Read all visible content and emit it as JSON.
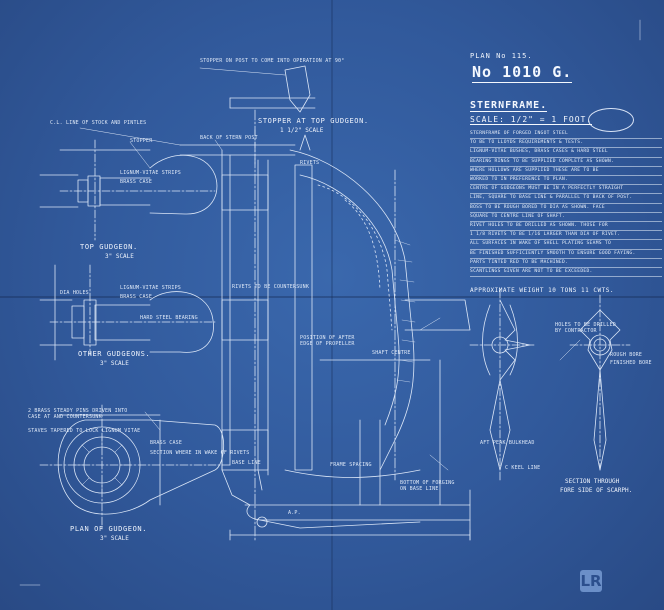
{
  "colors": {
    "paper": "#31599b",
    "ink": "#e3ecfa",
    "logo": "#6b8fc8"
  },
  "title_block": {
    "plan_no": "PLAN No 115.",
    "number": "No 1010 G.",
    "title": "STERNFRAME.",
    "scale": "SCALE: 1/2\" = 1 FOOT.",
    "notes": [
      "STERNFRAME OF FORGED INGOT STEEL",
      "TO BE TO LLOYDS REQUIREMENTS & TESTS.",
      "LIGNUM-VITAE BUSHES, BRASS CASES & HARD STEEL",
      "BEARING RINGS TO BE SUPPLIED COMPLETE AS SHOWN.",
      "WHERE HOLLOWS ARE SUPPLIED THESE ARE TO BE",
      "WORKED TO IN PREFERENCE TO PLAN.",
      "CENTRE OF GUDGEONS MUST BE IN A PERFECTLY STRAIGHT",
      "LINE, SQUARE TO BASE LINE & PARALLEL TO BACK OF POST.",
      "BOSS TO BE ROUGH BORED TO DIA AS SHOWN. FACE",
      "SQUARE TO CENTRE LINE OF SHAFT.",
      "RIVET HOLES TO BE DRILLED AS SHOWN. THOSE FOR",
      "1 1/8 RIVETS TO BE 1/16 LARGER THAN DIA OF RIVET.",
      "ALL SURFACES IN WAKE OF SHELL PLATING SEAMS TO",
      "BE FINISHED SUFFICIENTLY SMOOTH TO ENSURE GOOD FAYING.",
      "PARTS TINTED RED TO BE MACHINED.",
      "SCANTLINGS GIVEN ARE NOT TO BE EXCEEDED."
    ],
    "weight": "APPROXIMATE WEIGHT 10 TONS 11 CWTS.",
    "logo": "LR"
  },
  "views": {
    "top_gudgeon": {
      "title": "TOP GUDGEON.",
      "scale": "3\" SCALE"
    },
    "other_gudgeons": {
      "title": "OTHER GUDGEONS.",
      "scale": "3\" SCALE"
    },
    "plan_of_gudgeon": {
      "title": "PLAN OF GUDGEON.",
      "scale": "3\" SCALE"
    },
    "stopper": {
      "title": "STOPPER AT TOP GUDGEON.",
      "scale": "1 1/2\" SCALE"
    },
    "section": {
      "title": "SECTION THROUGH",
      "subtitle": "FORE SIDE OF SCARPH."
    }
  },
  "callouts": {
    "stopper_post": "STOPPER ON POST TO COME INTO OPERATION AT 90°",
    "cl_rudder": "C.L. LINE OF STOCK AND PINTLES",
    "stopper": "STOPPER",
    "back_post": "BACK OF STERN POST",
    "lv_ring": "LIGNUM-VITAE STRIPS",
    "brass_case": "BRASS CASE",
    "hard_steel": "HARD STEEL BEARING",
    "brass_steady": "2 BRASS STEADY PINS DRIVEN INTO CASE AT AND COUNTERSUNK",
    "staves": "STAVES TAPERED TO LOCK LIGNUM VITAE",
    "rivets_counter": "RIVETS TO BE COUNTERSUNK",
    "rivets": "RIVETS",
    "shaft_centre": "SHAFT CENTRE",
    "aperture": "POSITION OF AFTER EDGE OF PROPELLER",
    "frame_spacing": "FRAME SPACING",
    "base_line": "BASE LINE",
    "bottom_forging": "BOTTOM OF FORGING ON BASE LINE",
    "holes": "HOLES TO BE DRILLED BY CONTRACTOR",
    "rough_bore": "ROUGH BORE",
    "finished_bore": "FINISHED BORE",
    "aft_peak": "AFT PEAK BULKHEAD",
    "c_keel": "C KEEL LINE",
    "dia_holes": "DIA HOLES",
    "section_at": "SECTION WHERE IN WAKE OF RIVETS",
    "ap": "A.P."
  }
}
